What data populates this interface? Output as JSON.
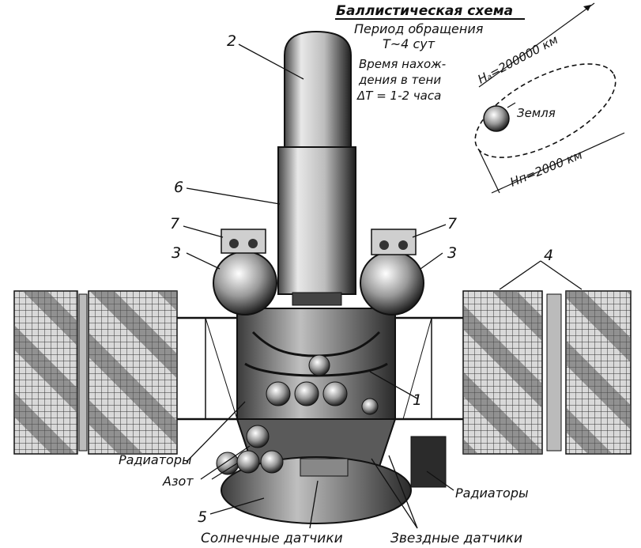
{
  "ballistic": {
    "title": "Баллистическая схема",
    "period_label": "Период обращения",
    "period_value": "T~4 сут",
    "shadow_line1": "Время нахож-",
    "shadow_line2": "дения в тени",
    "shadow_line3": "ΔT = 1-2 часа",
    "apogee": "Hₐ=200000 км",
    "perigee": "Hп=2000 км",
    "earth": "Земля"
  },
  "callouts": {
    "n1": "1",
    "n2": "2",
    "n3_left": "3",
    "n3_right": "3",
    "n4": "4",
    "n5": "5",
    "n6": "6",
    "n7_left": "7",
    "n7_right": "7"
  },
  "labels": {
    "radiators_left": "Радиаторы",
    "nitrogen": "Азот",
    "radiators_right": "Радиаторы",
    "sun_sensors": "Солнечные датчики",
    "star_sensors": "Звездные датчики"
  },
  "colors": {
    "ink": "#111111",
    "background": "#ffffff",
    "shade": "#6b6b6b"
  }
}
